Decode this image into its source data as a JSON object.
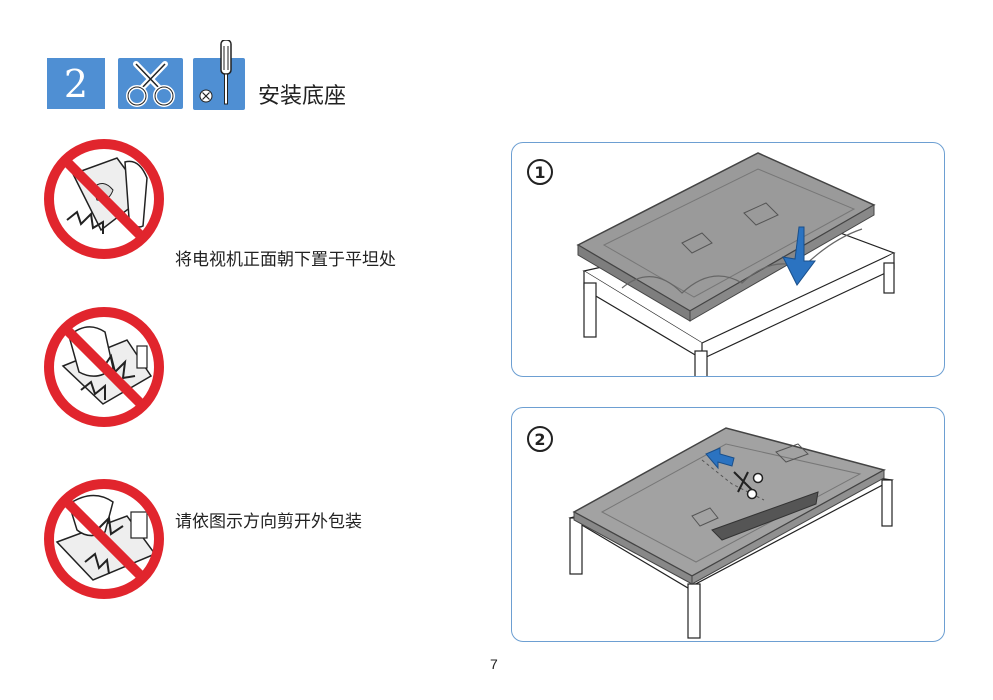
{
  "header": {
    "step_number": "2",
    "title": "安装底座",
    "icons": [
      "scissors-icon",
      "screwdriver-icon"
    ],
    "accent_color": "#4f8fd3"
  },
  "instructions": [
    {
      "icon": "no-impact-icon",
      "text": "将电视机正面朝下置于平坦处"
    },
    {
      "icon": "no-kick-icon",
      "text": ""
    },
    {
      "icon": "no-cut-icon",
      "text": "请依图示方向剪开外包装"
    }
  ],
  "panels": [
    {
      "step": "1",
      "illustration": "tv-facedown-on-table"
    },
    {
      "step": "2",
      "illustration": "cut-packaging-with-scissors"
    }
  ],
  "warning_color": "#e1252d",
  "panel_border_color": "#6d9fd2",
  "page_number": "7"
}
